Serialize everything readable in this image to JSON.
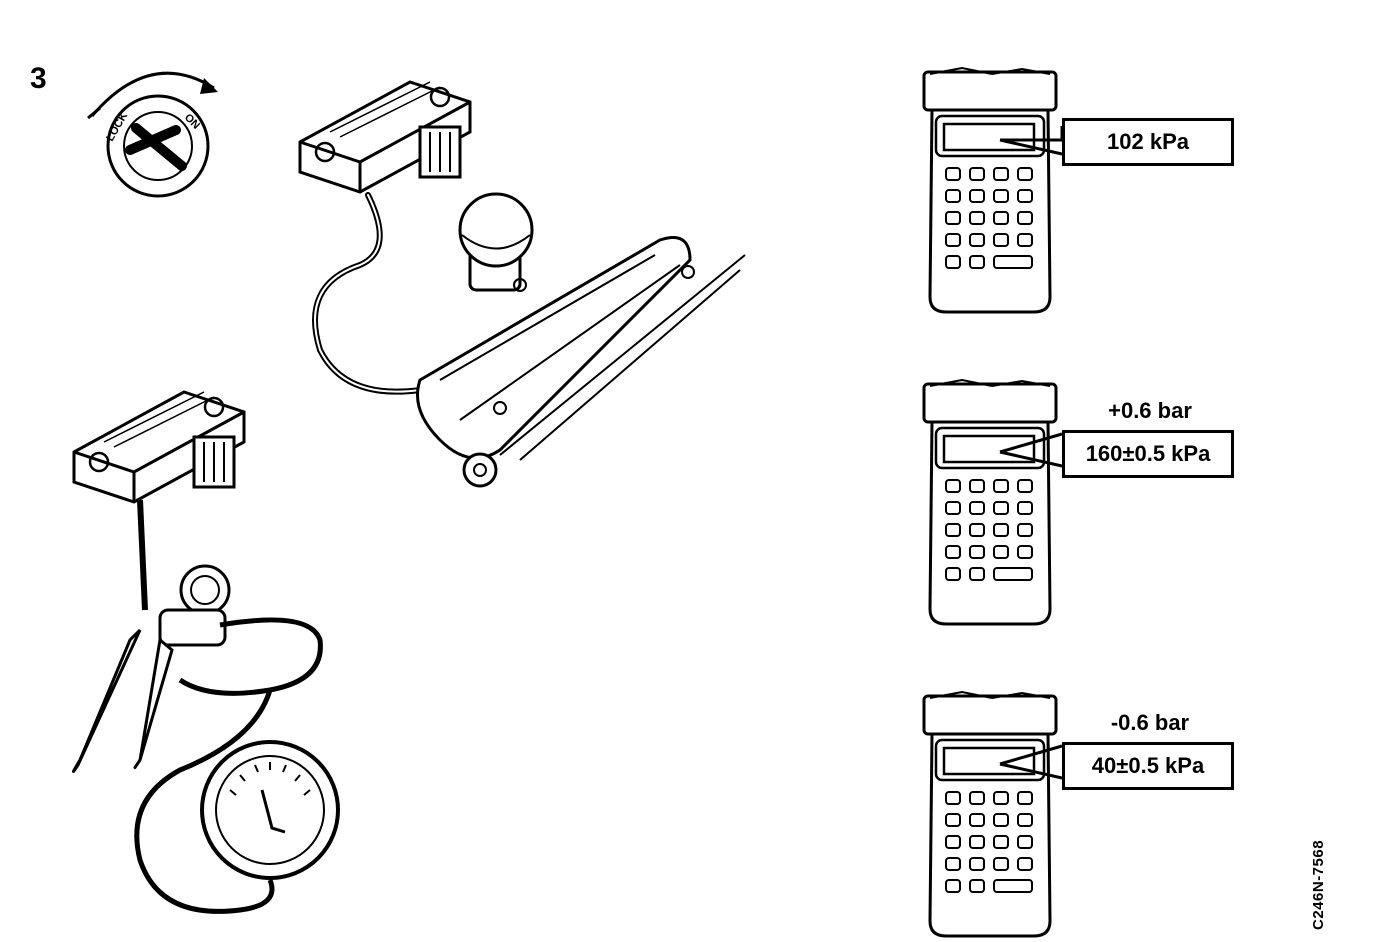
{
  "step": {
    "number": "3"
  },
  "ignition_switch": {
    "label_lock": "LOCK",
    "label_on": "ON"
  },
  "scanners": [
    {
      "pressure_label": "",
      "display_value": "102 kPa"
    },
    {
      "pressure_label": "+0.6 bar",
      "display_value": "160±0.5 kPa"
    },
    {
      "pressure_label": "-0.6 bar",
      "display_value": "40±0.5 kPa"
    }
  ],
  "figure_code": "C246N-7568"
}
